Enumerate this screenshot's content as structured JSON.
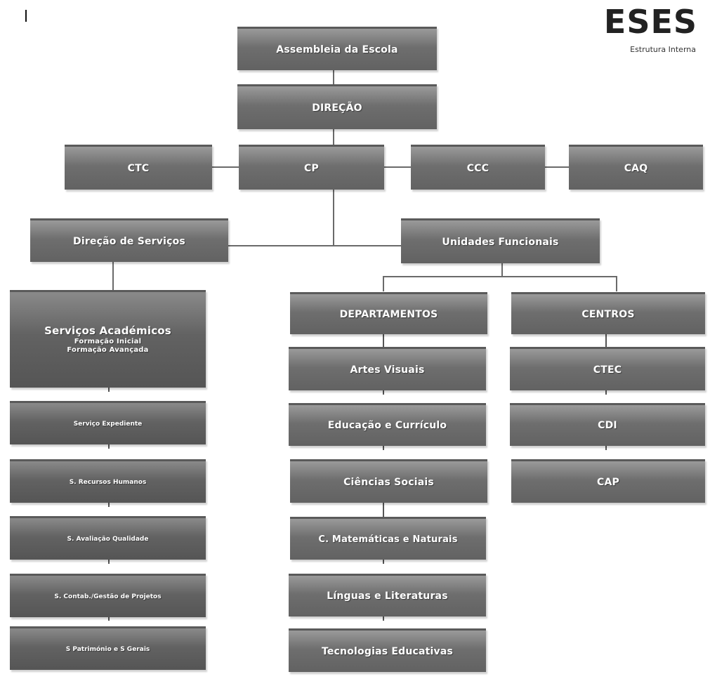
{
  "header": {
    "logo": "ESES",
    "subtitle": "Estrutura Interna"
  },
  "org": {
    "assembleia": "Assembleia da Escola",
    "direcao": "DIREÇÃO",
    "ctc": "CTC",
    "cp": "CP",
    "ccc": "CCC",
    "caq": "CAQ",
    "direcao_servicos": "Direção de Serviços",
    "unidades_funcionais": "Unidades Funcionais",
    "servicos_academicos": {
      "title": "Serviços Académicos",
      "line1": "Formação Inicial",
      "line2": "Formação Avançada"
    },
    "servicos": [
      "Serviço Expediente",
      "S. Recursos Humanos",
      "S. Avaliação Qualidade",
      "S. Contab./Gestão de Projetos",
      "S Património e S Gerais"
    ],
    "departamentos": {
      "title": "DEPARTAMENTOS",
      "items": [
        "Artes Visuais",
        "Educação e Currículo",
        "Ciências Sociais",
        "C. Matemáticas e Naturais",
        "Línguas e Literaturas",
        "Tecnologias Educativas"
      ]
    },
    "centros": {
      "title": "CENTROS",
      "items": [
        "CTEC",
        "CDI",
        "CAP"
      ]
    }
  }
}
